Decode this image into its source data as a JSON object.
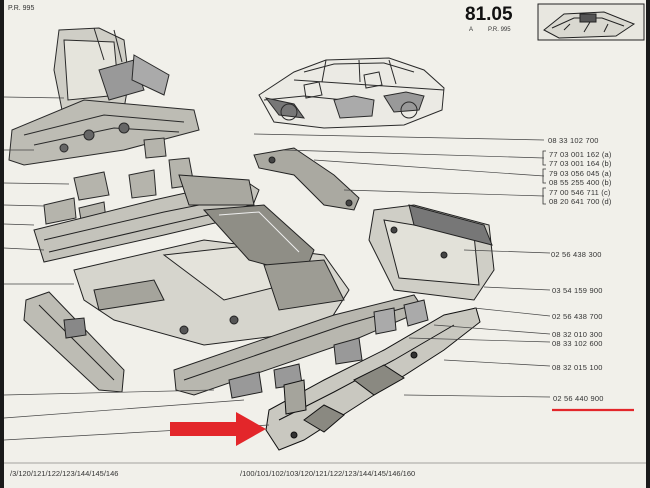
{
  "header": {
    "pr_left": "P.R. 995",
    "page_number": "81.05",
    "sub_a": "A",
    "sub_pr": "P.R. 995"
  },
  "part_numbers": [
    {
      "text": "08 33 102 700"
    },
    {
      "text": "77 03 001 162  (a)"
    },
    {
      "text": "77 03 001 164  (b)"
    },
    {
      "text": "79 03 056 045  (a)"
    },
    {
      "text": "08 55 255 400  (b)"
    },
    {
      "text": "77 00 546 711   (c)"
    },
    {
      "text": "08 20 641 700   (d)"
    },
    {
      "text": "02 56 438 300"
    },
    {
      "text": "03 54 159 900"
    },
    {
      "text": "02 56 438 700"
    },
    {
      "text": "08 32 010 300"
    },
    {
      "text": "08 33 102 600"
    },
    {
      "text": "08 32 015 100"
    },
    {
      "text": "02 56 440 900"
    }
  ],
  "footer": {
    "left_models": "/3/120/121/122/123/144/145/146",
    "right_models": "/100/101/102/103/120/121/122/123/144/145/146/160"
  },
  "colors": {
    "paper": "#f1f0ea",
    "ink": "#333333",
    "highlight": "#e3262a"
  }
}
